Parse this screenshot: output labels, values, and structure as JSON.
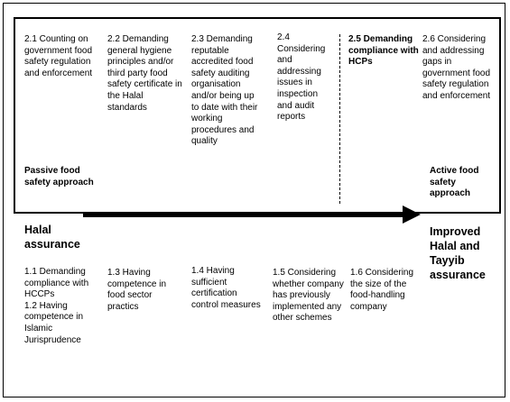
{
  "top_items": [
    {
      "id": "2.1",
      "text": "2.1 Counting on government food safety regulation and enforcement"
    },
    {
      "id": "2.2",
      "text": "2.2 Demanding general hygiene principles and/or third party food safety certificate in the Halal standards"
    },
    {
      "id": "2.3",
      "text": "2.3 Demanding reputable accredited food safety auditing organisation and/or being up to date with their working procedures and quality"
    },
    {
      "id": "2.4",
      "text": "2.4 Considering and addressing issues in inspection and audit reports"
    },
    {
      "id": "2.5",
      "text": "2.5 Demanding compliance with HCPs"
    },
    {
      "id": "2.6",
      "text": "2.6 Considering and addressing gaps in government food safety regulation and enforcement"
    }
  ],
  "bottom_items": [
    {
      "id": "1.1-1.2",
      "text": "1.1 Demanding compliance with HCCPs\n1.2 Having competence in Islamic Jurisprudence"
    },
    {
      "id": "1.3",
      "text": "1.3 Having competence in food sector practics"
    },
    {
      "id": "1.4",
      "text": "1.4 Having sufficient certification control measures"
    },
    {
      "id": "1.5",
      "text": "1.5 Considering whether company has previously implemented any other schemes"
    },
    {
      "id": "1.6",
      "text": "1.6 Considering the size of the food-handling company"
    }
  ],
  "labels": {
    "passive": "Passive food safety approach",
    "active": "Active food safety approach",
    "start": "Halal assurance",
    "end": "Improved Halal and Tayyib assurance"
  },
  "colors": {
    "line": "#000000",
    "background": "#ffffff"
  }
}
